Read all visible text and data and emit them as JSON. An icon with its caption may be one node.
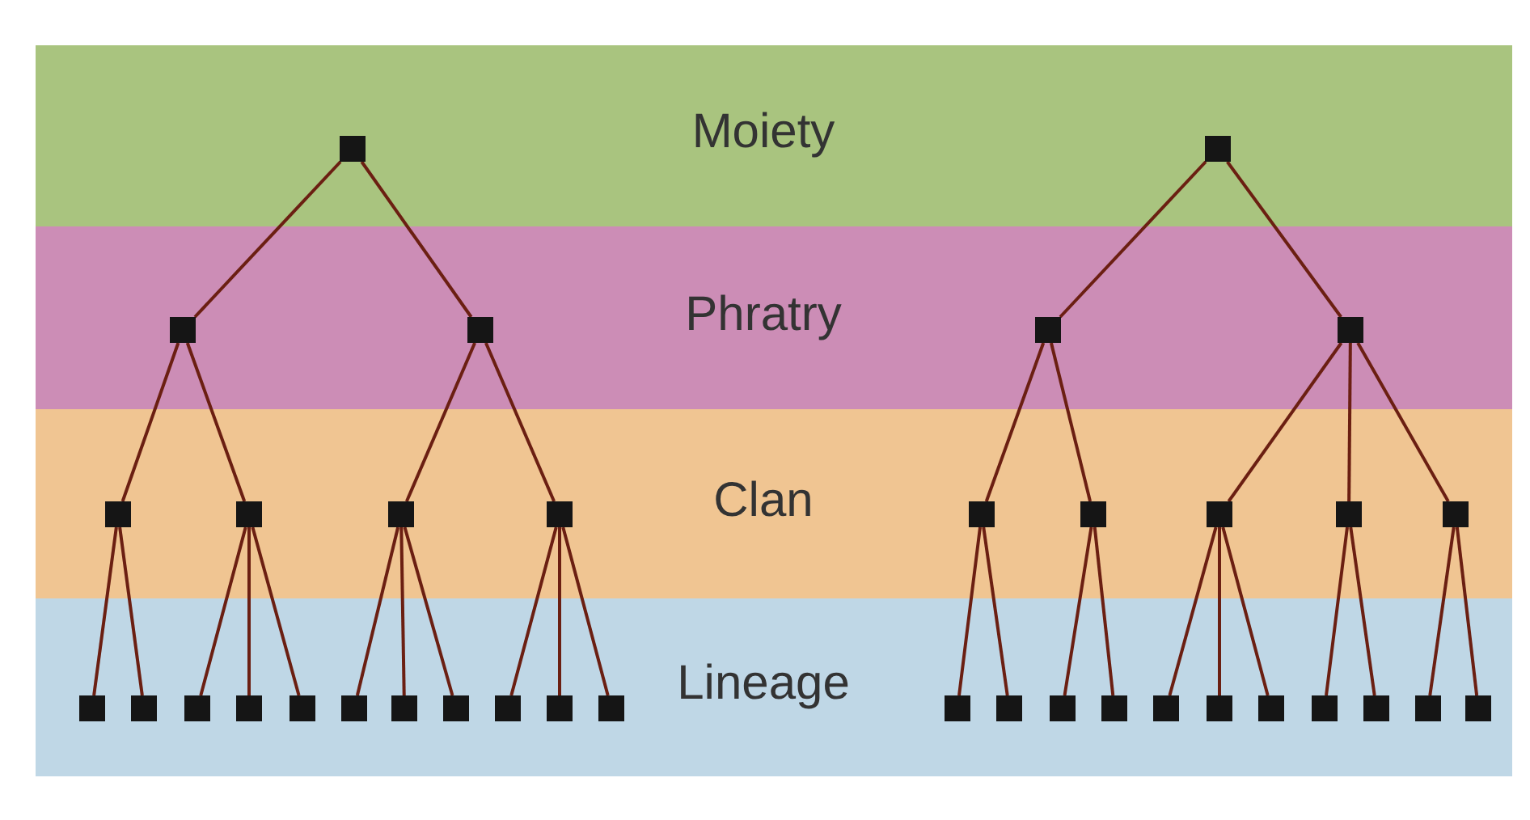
{
  "diagram": {
    "nodes": [
      {
        "text": [
          "Moiety"
        ]
      },
      {
        "text": [],
        "shape": "box",
        "in": 0
      },
      {
        "text": [],
        "shape": "box",
        "in": 0
      },
      {
        "text": [
          "Phratry"
        ]
      },
      {
        "text": [],
        "shape": "box",
        "in": 3
      },
      {
        "text": [],
        "shape": "box",
        "in": 3
      },
      {
        "text": [],
        "shape": "box",
        "in": 3
      },
      {
        "text": [],
        "shape": "box",
        "in": 3
      },
      {
        "text": [
          "Clan"
        ]
      },
      {
        "text": [],
        "shape": "box",
        "in": 8
      },
      {
        "text": [],
        "shape": "box",
        "in": 8
      },
      {
        "text": [],
        "shape": "box",
        "in": 8
      },
      {
        "text": [],
        "shape": "box",
        "in": 8
      },
      {
        "text": [],
        "shape": "box",
        "in": 8
      },
      {
        "text": [],
        "shape": "box",
        "in": 8
      },
      {
        "text": [],
        "shape": "box",
        "in": 8
      },
      {
        "text": [],
        "shape": "box",
        "in": 8
      },
      {
        "text": [],
        "shape": "box",
        "in": 8
      },
      {
        "text": [
          "Lineage"
        ]
      },
      {
        "text": [],
        "shape": "box",
        "in": 18
      },
      {
        "text": [],
        "shape": "box",
        "in": 18
      },
      {
        "text": [],
        "shape": "box",
        "in": 18
      },
      {
        "text": [],
        "shape": "box",
        "in": 18
      },
      {
        "text": [],
        "shape": "box",
        "in": 18
      },
      {
        "text": [],
        "shape": "box",
        "in": 18
      },
      {
        "text": [],
        "shape": "box",
        "in": 18
      },
      {
        "text": [],
        "shape": "box",
        "in": 18
      },
      {
        "text": [],
        "shape": "box",
        "in": 18
      },
      {
        "text": [],
        "shape": "box",
        "in": 18
      },
      {
        "text": [],
        "shape": "box",
        "in": 18
      },
      {
        "text": [],
        "shape": "box",
        "in": 18
      },
      {
        "text": [],
        "shape": "box",
        "in": 18
      },
      {
        "text": [],
        "shape": "box",
        "in": 18
      },
      {
        "text": [],
        "shape": "box",
        "in": 18
      },
      {
        "text": [],
        "shape": "box",
        "in": 18
      },
      {
        "text": [],
        "shape": "box",
        "in": 18
      },
      {
        "text": [],
        "shape": "box",
        "in": 18
      },
      {
        "text": [],
        "shape": "box",
        "in": 18
      },
      {
        "text": [],
        "shape": "box",
        "in": 18
      },
      {
        "text": [],
        "shape": "box",
        "in": 18
      },
      {
        "text": [],
        "shape": "box",
        "in": 18
      }
    ],
    "edges": [
      {
        "from": 1,
        "to": 4,
        "arrow": "none"
      },
      {
        "from": 1,
        "to": 5,
        "arrow": "none"
      },
      {
        "from": 2,
        "to": 6,
        "arrow": "none"
      },
      {
        "from": 2,
        "to": 7,
        "arrow": "none"
      },
      {
        "from": 4,
        "to": 9,
        "arrow": "none"
      },
      {
        "from": 4,
        "to": 10,
        "arrow": "none"
      },
      {
        "from": 5,
        "to": 11,
        "arrow": "none"
      },
      {
        "from": 5,
        "to": 12,
        "arrow": "none"
      },
      {
        "from": 6,
        "to": 13,
        "arrow": "none"
      },
      {
        "from": 6,
        "to": 14,
        "arrow": "none"
      },
      {
        "from": 7,
        "to": 15,
        "arrow": "none"
      },
      {
        "from": 7,
        "to": 16,
        "arrow": "none"
      },
      {
        "from": 7,
        "to": 17,
        "arrow": "none"
      },
      {
        "from": 9,
        "to": 19,
        "arrow": "none"
      },
      {
        "from": 9,
        "to": 20,
        "arrow": "none"
      },
      {
        "from": 10,
        "to": 21,
        "arrow": "none"
      },
      {
        "from": 10,
        "to": 22,
        "arrow": "none"
      },
      {
        "from": 10,
        "to": 23,
        "arrow": "none"
      },
      {
        "from": 11,
        "to": 24,
        "arrow": "none"
      },
      {
        "from": 11,
        "to": 25,
        "arrow": "none"
      },
      {
        "from": 11,
        "to": 26,
        "arrow": "none"
      },
      {
        "from": 12,
        "to": 27,
        "arrow": "none"
      },
      {
        "from": 12,
        "to": 28,
        "arrow": "none"
      },
      {
        "from": 12,
        "to": 29,
        "arrow": "none"
      },
      {
        "from": 13,
        "to": 30,
        "arrow": "none"
      },
      {
        "from": 13,
        "to": 31,
        "arrow": "none"
      },
      {
        "from": 14,
        "to": 32,
        "arrow": "none"
      },
      {
        "from": 14,
        "to": 33,
        "arrow": "none"
      },
      {
        "from": 15,
        "to": 34,
        "arrow": "none"
      },
      {
        "from": 15,
        "to": 35,
        "arrow": "none"
      },
      {
        "from": 15,
        "to": 36,
        "arrow": "none"
      },
      {
        "from": 16,
        "to": 37,
        "arrow": "none"
      },
      {
        "from": 16,
        "to": 38,
        "arrow": "none"
      },
      {
        "from": 17,
        "to": 39,
        "arrow": "none"
      },
      {
        "from": 17,
        "to": 40,
        "arrow": "none"
      }
    ]
  }
}
